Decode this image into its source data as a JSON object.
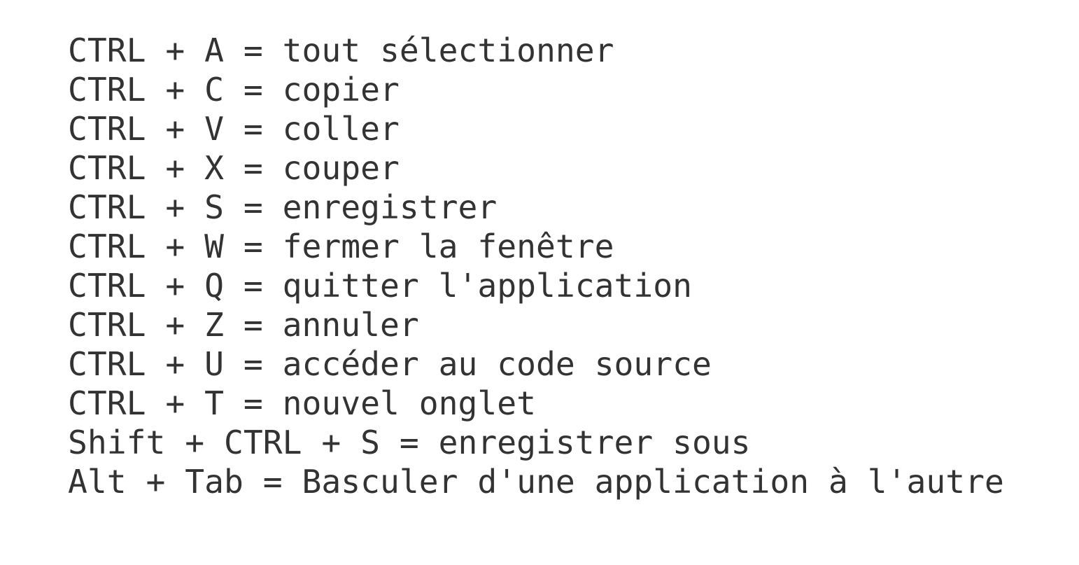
{
  "shortcuts": [
    "CTRL + A = tout sélectionner",
    "CTRL + C = copier",
    "CTRL + V = coller",
    "CTRL + X = couper",
    "CTRL + S = enregistrer",
    "CTRL + W = fermer la fenêtre",
    "CTRL + Q = quitter l'application",
    "CTRL + Z = annuler",
    "CTRL + U = accéder au code source",
    "CTRL + T = nouvel onglet",
    "Shift + CTRL + S = enregistrer sous",
    "Alt + Tab = Basculer d'une application à l'autre"
  ]
}
